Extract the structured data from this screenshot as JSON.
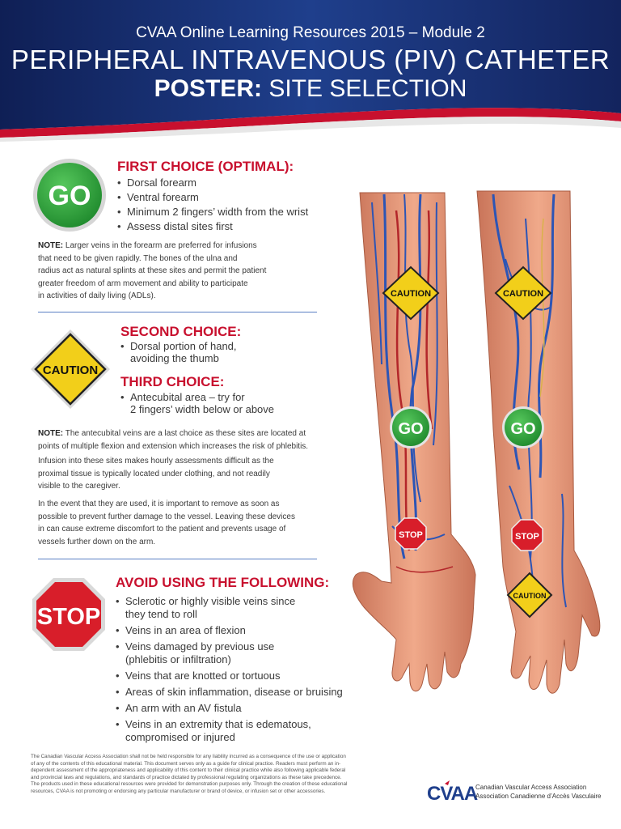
{
  "header": {
    "line1": "CVAA Online Learning Resources 2015 – Module 2",
    "line2": "PERIPHERAL INTRAVENOUS (PIV) CATHETER",
    "line3_bold": "POSTER:",
    "line3_rest": " SITE SELECTION"
  },
  "signs": {
    "go": "GO",
    "caution": "CAUTION",
    "stop": "STOP"
  },
  "first_choice": {
    "title": "FIRST CHOICE (OPTIMAL):",
    "items": [
      "Dorsal forearm",
      "Ventral forearm",
      "Minimum 2 fingers’ width from the wrist",
      "Assess distal sites first"
    ],
    "note_label": "NOTE:",
    "note_lines": [
      " Larger veins in the forearm are preferred for infusions",
      "that need to be given rapidly. The bones of the ulna and",
      "radius act as natural splints at these sites and permit the patient",
      "greater freedom of arm movement and ability to participate",
      "in activities of daily living (ADLs)."
    ]
  },
  "second_choice": {
    "title": "SECOND CHOICE:",
    "line1": "Dorsal portion of hand,",
    "line2": "avoiding the thumb"
  },
  "third_choice": {
    "title": "THIRD CHOICE:",
    "line1": "Antecubital area – try for",
    "line2": "2 fingers’ width below or above"
  },
  "caution_notes": {
    "note_label": "NOTE:",
    "p1": [
      " The antecubital veins are a last choice as these sites are located at",
      "points of multiple flexion and extension which increases the risk of phlebitis."
    ],
    "p2": [
      "Infusion into these sites makes hourly assessments difficult as the",
      "proximal tissue is typically located under clothing, and not readily",
      "visible to the caregiver."
    ],
    "p3": [
      "In the event that they are used, it is important to remove as soon as",
      "possible to prevent further damage to the vessel. Leaving these devices",
      "in can cause extreme discomfort to the patient and prevents usage of",
      "vessels further down on the arm."
    ]
  },
  "avoid": {
    "title": "AVOID USING THE FOLLOWING:",
    "items": [
      [
        "Sclerotic or highly visible veins since",
        "they tend to roll"
      ],
      [
        "Veins in an area of flexion"
      ],
      [
        "Veins damaged by previous use",
        "(phlebitis or infiltration)"
      ],
      [
        "Veins that are knotted or tortuous"
      ],
      [
        "Areas of skin inflammation, disease or bruising"
      ],
      [
        "An arm with an AV fistula"
      ],
      [
        "Veins in an extremity that is edematous,",
        "compromised or injured"
      ]
    ]
  },
  "disclaimer": {
    "lines": [
      "The Canadian Vascular Access Association shall not be held responsible for any liability incurred as a consequence of the use or application",
      "of any of the contents of this educational material. This document serves only as a guide for clinical practice. Readers must perform an in-",
      "dependent assessment of the appropriateness and applicability of this content to their clinical practice while also following applicable federal",
      "and provincial laws and regulations, and standards of practice dictated by professional regulating organizations as these take precedence.",
      "The products used in these educational resources were provided for demonstration purposes only. Through the creation of these educational",
      "resources, CVAA is not promoting or endorsing any particular manufacturer or brand of device, or infusion set or other accessories."
    ]
  },
  "logo": {
    "mark": "CVAA",
    "line1": "Canadian Vascular Access Association",
    "line2": "Association Canadienne d’Accès Vasculaire",
    "mark_color": "#1f3f8c",
    "accent_color": "#c8102e"
  },
  "colors": {
    "banner_dark": "#13245e",
    "banner_mid": "#1f3f8c",
    "red": "#c8102e",
    "go_green": "#2ea43a",
    "caution_yellow": "#f2cf1a",
    "rule_blue": "#5a7fc4"
  }
}
